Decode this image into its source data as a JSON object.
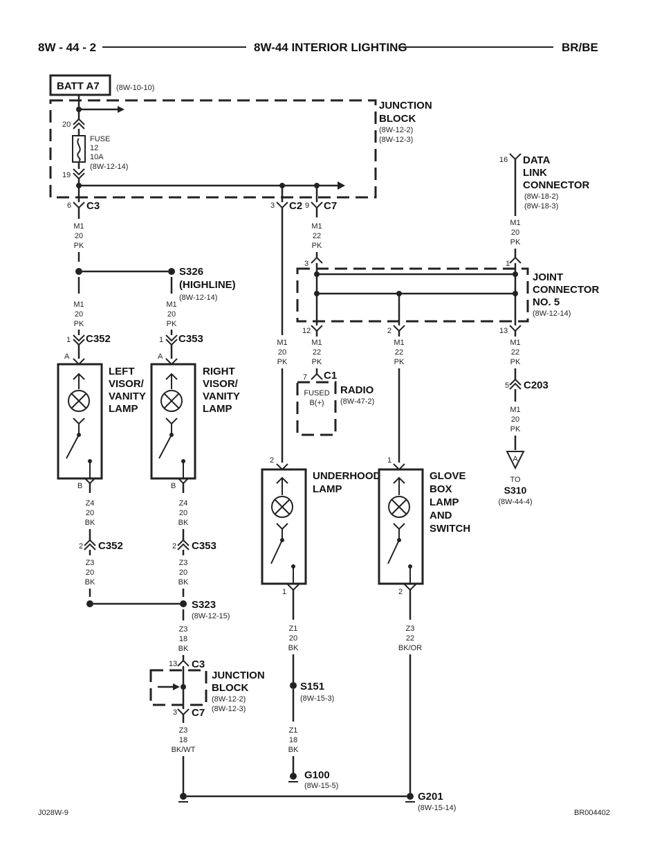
{
  "header": {
    "left": "8W - 44 - 2",
    "center": "8W-44 INTERIOR LIGHTING",
    "right": "BR/BE"
  },
  "footer": {
    "left": "J028W-9",
    "right": "BR004402"
  },
  "batt": {
    "label": "BATT A7",
    "ref": "(8W-10-10)"
  },
  "junction_block_top": {
    "name1": "JUNCTION",
    "name2": "BLOCK",
    "ref1": "(8W-12-2)",
    "ref2": "(8W-12-3)"
  },
  "fuse": {
    "l1": "FUSE",
    "l2": "12",
    "l3": "10A",
    "l4": "(8W-12-14)",
    "pin_in": "20",
    "pin_out": "19"
  },
  "conn_c3_top": {
    "pin": "6",
    "name": "C3"
  },
  "conn_c2": {
    "pin": "3",
    "name": "C2"
  },
  "conn_c7_top": {
    "pin": "9",
    "name": "C7"
  },
  "dlc": {
    "pin": "16",
    "n1": "DATA",
    "n2": "LINK",
    "n3": "CONNECTOR",
    "ref1": "(8W-18-2)",
    "ref2": "(8W-18-3)",
    "w1": "M1",
    "w2": "20",
    "w3": "PK"
  },
  "wire_m1_left_a": {
    "w1": "M1",
    "w2": "20",
    "w3": "PK"
  },
  "wire_m1_c7": {
    "w1": "M1",
    "w2": "22",
    "w3": "PK"
  },
  "s326": {
    "name": "S326",
    "sub": "(HIGHLINE)",
    "ref": "(8W-12-14)"
  },
  "wire_m1_left_b": {
    "w1": "M1",
    "w2": "20",
    "w3": "PK"
  },
  "wire_m1_right_b": {
    "w1": "M1",
    "w2": "20",
    "w3": "PK"
  },
  "jc5": {
    "n1": "JOINT",
    "n2": "CONNECTOR",
    "n3": "NO. 5",
    "ref": "(8W-12-14)",
    "pin_in": "3",
    "pin_dlc": "1",
    "pin_out_a": "12",
    "pin_out_b": "2",
    "pin_out_c": "13"
  },
  "c352_a": {
    "pin": "1",
    "name": "C352"
  },
  "c353_a": {
    "pin": "1",
    "name": "C353"
  },
  "left_lamp": {
    "n1": "LEFT",
    "n2": "VISOR/",
    "n3": "VANITY",
    "n4": "LAMP",
    "pin_a": "A",
    "pin_b": "B"
  },
  "right_lamp": {
    "n1": "RIGHT",
    "n2": "VISOR/",
    "n3": "VANITY",
    "n4": "LAMP",
    "pin_a": "A",
    "pin_b": "B"
  },
  "wire_c2": {
    "w1": "M1",
    "w2": "20",
    "w3": "PK"
  },
  "wire_jc_a": {
    "w1": "M1",
    "w2": "22",
    "w3": "PK"
  },
  "wire_jc_b": {
    "w1": "M1",
    "w2": "22",
    "w3": "PK"
  },
  "wire_jc_c": {
    "w1": "M1",
    "w2": "22",
    "w3": "PK"
  },
  "radio": {
    "pin": "7",
    "conn": "C1",
    "f1": "FUSED",
    "f2": "B(+)",
    "name": "RADIO",
    "ref": "(8W-47-2)"
  },
  "c203": {
    "pin": "5",
    "name": "C203"
  },
  "wire_c203": {
    "w1": "M1",
    "w2": "20",
    "w3": "PK"
  },
  "to_s310": {
    "pin": "A",
    "to": "TO",
    "name": "S310",
    "ref": "(8W-44-4)"
  },
  "underhood": {
    "n1": "UNDERHOOD",
    "n2": "LAMP",
    "pin_in": "2",
    "pin_out": "1"
  },
  "glovebox": {
    "n1": "GLOVE",
    "n2": "BOX",
    "n3": "LAMP",
    "n4": "AND",
    "n5": "SWITCH",
    "pin_in": "1",
    "pin_out": "2"
  },
  "wire_z4_left": {
    "w1": "Z4",
    "w2": "20",
    "w3": "BK"
  },
  "wire_z4_right": {
    "w1": "Z4",
    "w2": "20",
    "w3": "BK"
  },
  "c352_b": {
    "pin": "2",
    "name": "C352"
  },
  "c353_b": {
    "pin": "2",
    "name": "C353"
  },
  "wire_z3_left": {
    "w1": "Z3",
    "w2": "20",
    "w3": "BK"
  },
  "wire_z3_right": {
    "w1": "Z3",
    "w2": "20",
    "w3": "BK"
  },
  "s323": {
    "name": "S323",
    "ref": "(8W-12-15)"
  },
  "wire_z3_18": {
    "w1": "Z3",
    "w2": "18",
    "w3": "BK"
  },
  "wire_z1_20": {
    "w1": "Z1",
    "w2": "20",
    "w3": "BK"
  },
  "wire_z3_22": {
    "w1": "Z3",
    "w2": "22",
    "w3": "BK/OR"
  },
  "jb_bottom": {
    "n1": "JUNCTION",
    "n2": "BLOCK",
    "ref1": "(8W-12-2)",
    "ref2": "(8W-12-3)",
    "c3_pin": "13",
    "c3": "C3",
    "c7_pin": "3",
    "c7": "C7"
  },
  "s151": {
    "name": "S151",
    "ref": "(8W-15-3)"
  },
  "wire_z1_18": {
    "w1": "Z1",
    "w2": "18",
    "w3": "BK"
  },
  "wire_z3_bkwt": {
    "w1": "Z3",
    "w2": "18",
    "w3": "BK/WT"
  },
  "g100": {
    "name": "G100",
    "ref": "(8W-15-5)"
  },
  "g201": {
    "name": "G201",
    "ref": "(8W-15-14)"
  }
}
